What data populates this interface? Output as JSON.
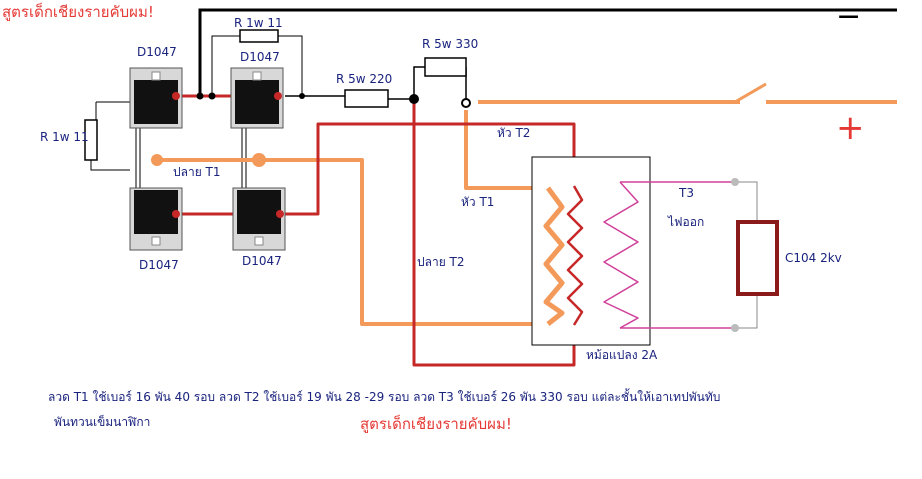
{
  "titles": {
    "top": "สูตรเด็กเชียงรายคับผม!",
    "bottom": "สูตรเด็กเชียงรายคับผม!"
  },
  "labels": {
    "r_top": "R 1w 11",
    "r_left": "R 1w 11",
    "d_tl": "D1047",
    "d_tr": "D1047",
    "d_bl": "D1047",
    "d_br": "D1047",
    "r_220": "R 5w 220",
    "r_330": "R 5w 330",
    "t1_tail": "ปลาย T1",
    "t2_head": "หัว T2",
    "t1_head": "หัว T1",
    "t2_tail": "ปลาย T2",
    "t3": "T3",
    "output": "ไฟออก",
    "cap": "C104  2kv",
    "transformer": "หม้อแปลง 2A",
    "minus": "−",
    "plus": "+"
  },
  "notes": {
    "line1": "ลวด T1 ใช้เบอร์ 16  พัน 40 รอบ     ลวด T2 ใช้เบอร์  19 พัน  28 -29 รอบ   ลวด T3 ใช้เบอร์  26   พัน 330 รอบ    แต่ละชั้นให้เอาเทปพันทับ",
    "line2": "พันทวนเข็มนาฬิกา"
  },
  "colors": {
    "orange": "#f39a5a",
    "red": "#c62828",
    "black": "#000000",
    "pink": "#d0409a",
    "cap": "#8b1a1a",
    "text": "#1a237e",
    "title": "#e53935"
  }
}
